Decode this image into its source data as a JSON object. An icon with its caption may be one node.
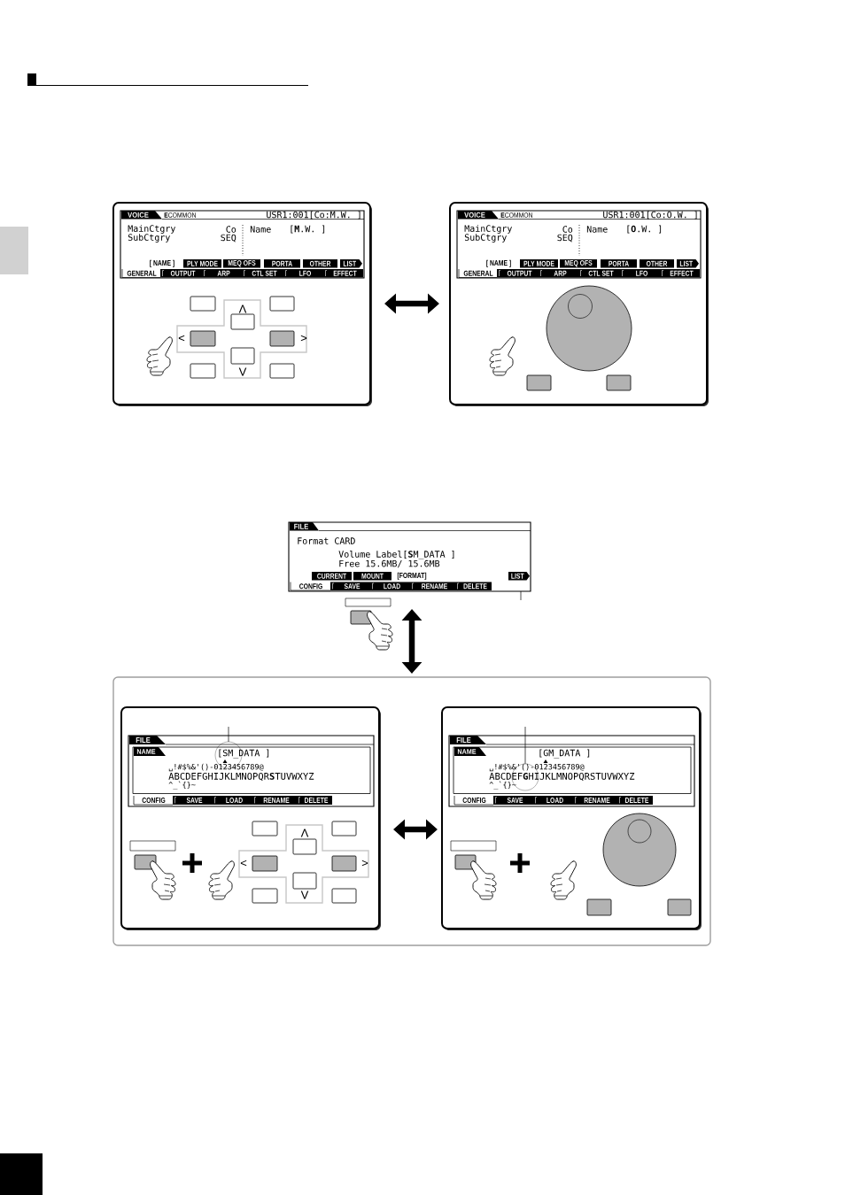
{
  "diagram": {
    "nodes": [
      {
        "text": [],
        "shape": "box"
      },
      {
        "text": [
          "VOICE",
          "**E**COMMON",
          "USR1:001[Co:M.W. ]",
          "MainCtgry",
          "Co",
          "SubCtgry",
          "SEQ",
          "Name",
          "[**M**.W. ]",
          "[ NAME ]",
          "PLY MODE",
          "MEQ OFS",
          "PORTA",
          "OTHER",
          "LIST",
          "GENERAL",
          "OUTPUT",
          "ARP",
          "CTL SET",
          "LFO",
          "EFFECT"
        ],
        "in": 0
      },
      {
        "text": [],
        "shape": "box"
      },
      {
        "text": [
          "VOICE",
          "**E**COMMON",
          "USR1:001[Co:O.W. ]",
          "MainCtgry",
          "Co",
          "SubCtgry",
          "SEQ",
          "Name",
          "[**O**.W. ]",
          "[ NAME ]",
          "PLY MODE",
          "MEQ OFS",
          "PORTA",
          "OTHER",
          "LIST",
          "GENERAL",
          "OUTPUT",
          "ARP",
          "CTL SET",
          "LFO",
          "EFFECT"
        ],
        "in": 2
      },
      {
        "text": [
          "FILE",
          "Format CARD",
          "Volume Label[**S**M_DATA ]",
          "Free 15.6MB/ 15.6MB",
          "CURRENT",
          "MOUNT",
          "[FORMAT]",
          "LIST",
          "CONFIG",
          "SAVE",
          "LOAD",
          "RENAME",
          "DELETE"
        ]
      },
      {
        "text": [],
        "shape": "box"
      },
      {
        "text": [],
        "shape": "box",
        "in": 5
      },
      {
        "text": [
          "FILE",
          "NAME",
          "[SM_DATA ]",
          "␣!#$%&'()-0123456789@",
          "ABCDEFGHIJKLMNOPQR**S**TUVWXYZ",
          "^_`{}~",
          "CONFIG",
          "SAVE",
          "LOAD",
          "RENAME",
          "DELETE"
        ],
        "in": 6
      },
      {
        "text": [],
        "shape": "circle",
        "in": 7
      },
      {
        "text": [],
        "shape": "box",
        "in": 5
      },
      {
        "text": [
          "FILE",
          "NAME",
          "[GM_DATA ]",
          "␣!#$%&'()-0123456789@",
          "ABCDEF**G**HIJKLMNOPQRSTUVWXYZ",
          "^_`{}~",
          "CONFIG",
          "SAVE",
          "LOAD",
          "RENAME",
          "DELETE"
        ],
        "in": 9
      },
      {
        "text": [],
        "shape": "circle",
        "in": 10
      }
    ],
    "edges": [
      {
        "from": 0,
        "to": 2,
        "arrow": "both",
        "style": "thick"
      },
      {
        "from": null,
        "to": 4,
        "arrow": "none"
      },
      {
        "from": 4,
        "to": 5,
        "arrow": "both",
        "style": "thick"
      },
      {
        "from": null,
        "to": 8,
        "arrow": "none"
      },
      {
        "from": 6,
        "to": 9,
        "arrow": "both",
        "style": "thick"
      },
      {
        "from": null,
        "to": 11,
        "arrow": "none"
      }
    ],
    "labels": [
      "Λ",
      "<",
      ">",
      "V",
      "Λ",
      "<",
      ">",
      "V"
    ]
  }
}
